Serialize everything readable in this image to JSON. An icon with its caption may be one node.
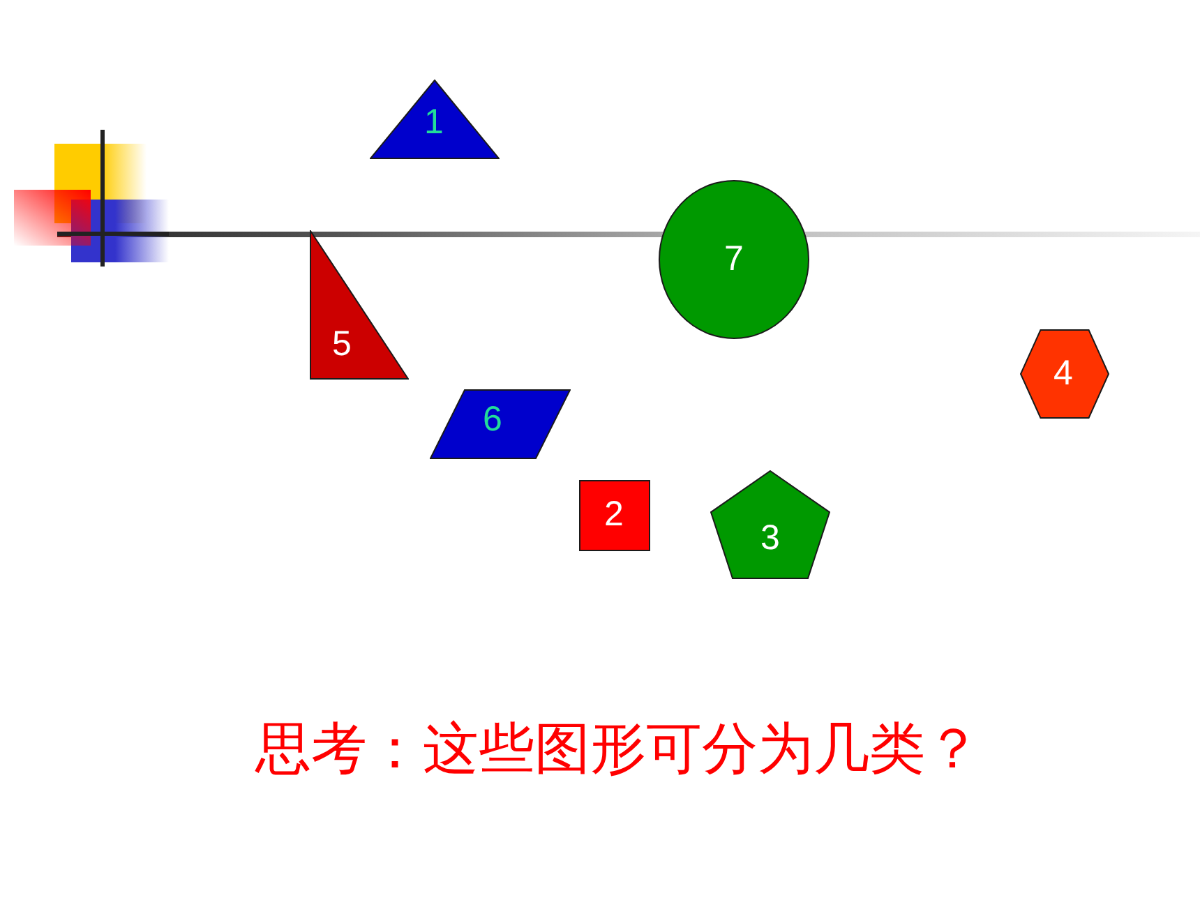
{
  "diagram": {
    "nodes": [
      {
        "text": [
          "1"
        ]
      },
      {
        "text": [
          "7"
        ]
      },
      {
        "text": [
          "5"
        ]
      },
      {
        "text": [
          "4"
        ]
      },
      {
        "text": [
          "6"
        ]
      },
      {
        "text": [
          "2"
        ]
      },
      {
        "text": [
          "3"
        ]
      }
    ],
    "labels": [
      "思考：这些图形可分为几类？"
    ]
  }
}
